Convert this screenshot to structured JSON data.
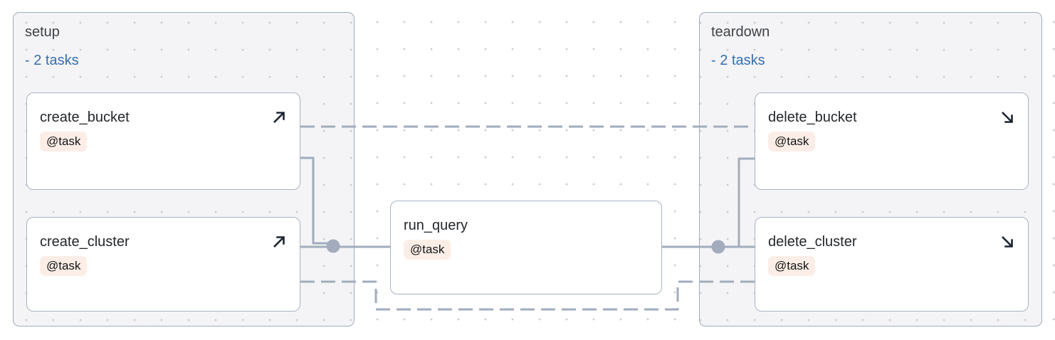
{
  "graph": {
    "type": "dag-graph-canvas",
    "groups": [
      {
        "id": "setup",
        "label": "setup",
        "collapse_label": "- 2 tasks",
        "task_count": 2
      },
      {
        "id": "teardown",
        "label": "teardown",
        "collapse_label": "- 2 tasks",
        "task_count": 2
      }
    ],
    "nodes": [
      {
        "id": "create_bucket",
        "label": "create_bucket",
        "badge": "@task",
        "icon": "arrow-up-right",
        "group": "setup"
      },
      {
        "id": "create_cluster",
        "label": "create_cluster",
        "badge": "@task",
        "icon": "arrow-up-right",
        "group": "setup"
      },
      {
        "id": "run_query",
        "label": "run_query",
        "badge": "@task",
        "icon": "",
        "group": ""
      },
      {
        "id": "delete_bucket",
        "label": "delete_bucket",
        "badge": "@task",
        "icon": "arrow-down-right",
        "group": "teardown"
      },
      {
        "id": "delete_cluster",
        "label": "delete_cluster",
        "badge": "@task",
        "icon": "arrow-down-right",
        "group": "teardown"
      }
    ],
    "edges": [
      {
        "from": "create_bucket",
        "to": "run_query",
        "style": "solid"
      },
      {
        "from": "create_cluster",
        "to": "run_query",
        "style": "solid"
      },
      {
        "from": "run_query",
        "to": "delete_bucket",
        "style": "solid"
      },
      {
        "from": "run_query",
        "to": "delete_cluster",
        "style": "solid"
      },
      {
        "from": "create_bucket",
        "to": "delete_bucket",
        "style": "dashed"
      },
      {
        "from": "create_cluster",
        "to": "delete_cluster",
        "style": "dashed"
      }
    ]
  },
  "colors": {
    "canvas_bg": "#ffffff",
    "grid_dot": "#c9cdd4",
    "group_bg": "#f4f4f6",
    "group_border": "#a0abbc",
    "node_bg": "#ffffff",
    "node_border": "#a9b3c3",
    "edge": "#a2acbd",
    "group_title": "#3e4247",
    "collapse_link": "#346eb2",
    "node_title": "#23272b",
    "badge_bg": "#fceee7",
    "badge_text": "#141414",
    "icon": "#1b2530"
  }
}
